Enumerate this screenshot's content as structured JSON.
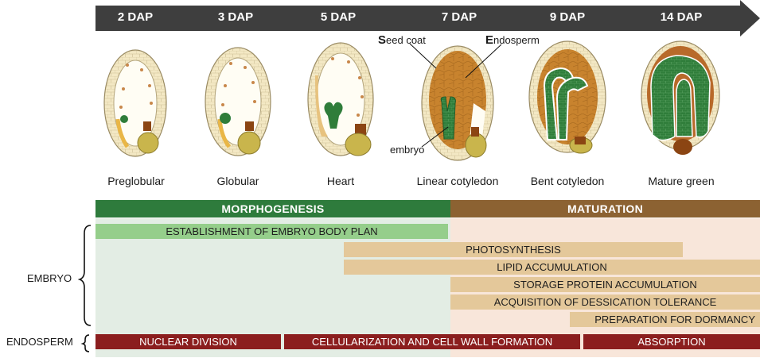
{
  "timeline": {
    "days": [
      "2 DAP",
      "3 DAP",
      "5 DAP",
      "7 DAP",
      "9 DAP",
      "14 DAP"
    ]
  },
  "stages": [
    "Preglobular",
    "Globular",
    "Heart",
    "Linear  cotyledon",
    "Bent cotyledon",
    "Mature green"
  ],
  "callouts": {
    "seed_coat_initial": "S",
    "seed_coat_rest": "eed coat",
    "endosperm_initial": "E",
    "endosperm_rest": "ndosperm",
    "embryo": "embryo"
  },
  "phases": {
    "morphogenesis": "MORPHOGENESIS",
    "maturation": "MATURATION"
  },
  "groups": {
    "embryo": "EMBRYO",
    "endosperm": "ENDOSPERM"
  },
  "embryo_processes": [
    "ESTABLISHMENT OF EMBRYO BODY PLAN",
    "PHOTOSYNTHESIS",
    "LIPID ACCUMULATION",
    "STORAGE PROTEIN ACCUMULATION",
    "ACQUISITION OF DESSICATION TOLERANCE",
    "PREPARATION FOR DORMANCY"
  ],
  "endosperm_processes": [
    "NUCLEAR DIVISION",
    "CELLULARIZATION AND CELL WALL FORMATION",
    "ABSORPTION"
  ],
  "colors": {
    "timeline": "#3e3e3e",
    "morphogenesis": "#2e7b3c",
    "maturation": "#8c6232",
    "body_plan_bar": "#95ce8b",
    "maturation_bars": "#e4c89a",
    "endosperm_bars": "#8b1e1e",
    "embryo": "#2f7d3a",
    "endosperm_tissue": "#c8832e",
    "seed_coat": "#f3e8c4"
  }
}
